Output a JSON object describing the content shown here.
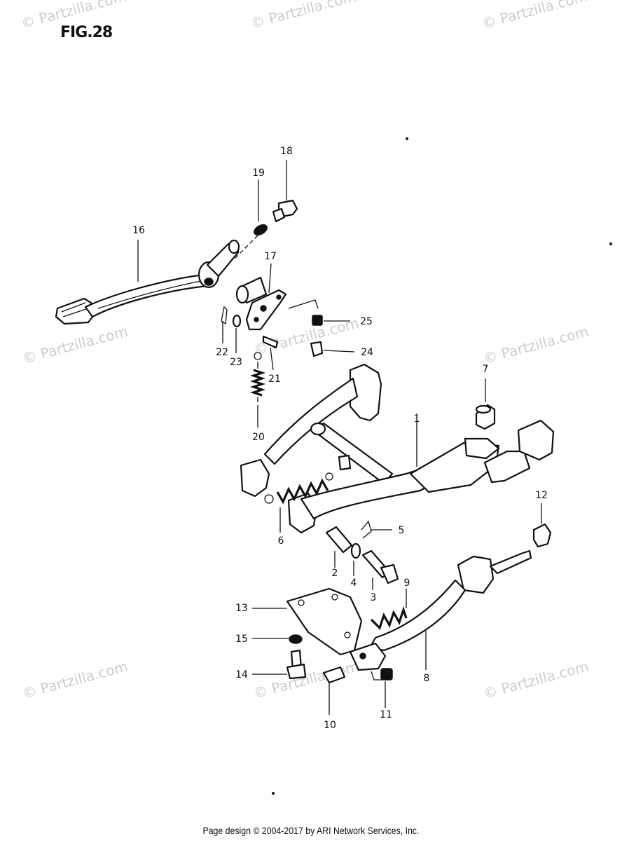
{
  "figure_title": "FIG.28",
  "footer": "Page design © 2004-2017 by ARI Network Services, Inc.",
  "watermark": "© Partzilla.com",
  "parts": [
    {
      "no": "1"
    },
    {
      "no": "2"
    },
    {
      "no": "3"
    },
    {
      "no": "4"
    },
    {
      "no": "5"
    },
    {
      "no": "6"
    },
    {
      "no": "7"
    },
    {
      "no": "8"
    },
    {
      "no": "9"
    },
    {
      "no": "10"
    },
    {
      "no": "11"
    },
    {
      "no": "12"
    },
    {
      "no": "13"
    },
    {
      "no": "14"
    },
    {
      "no": "15"
    },
    {
      "no": "16"
    },
    {
      "no": "17"
    },
    {
      "no": "18"
    },
    {
      "no": "19"
    },
    {
      "no": "20"
    },
    {
      "no": "21"
    },
    {
      "no": "22"
    },
    {
      "no": "23"
    },
    {
      "no": "24"
    },
    {
      "no": "25"
    }
  ]
}
